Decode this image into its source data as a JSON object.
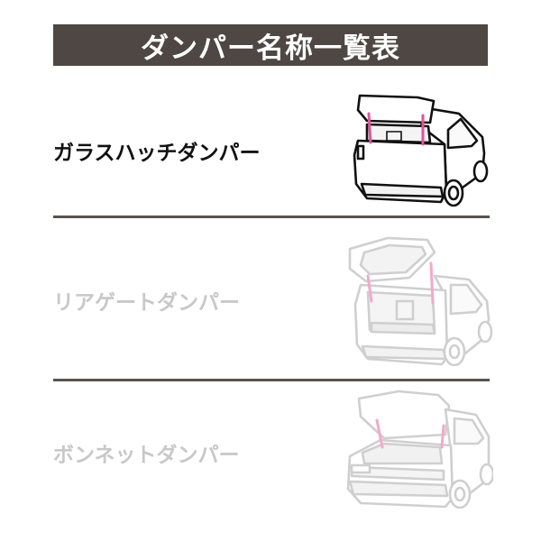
{
  "header": {
    "title": "ダンパー名称一覧表"
  },
  "rows": [
    {
      "label": "ガラスハッチダンパー",
      "icon": "car-glass-hatch-icon",
      "active": true
    },
    {
      "label": "リアゲートダンパー",
      "icon": "car-rear-gate-icon",
      "active": false
    },
    {
      "label": "ボンネットダンパー",
      "icon": "car-bonnet-icon",
      "active": false
    }
  ],
  "colors": {
    "banner_bg": "#4e4743",
    "active_text": "#111111",
    "muted_text": "#c8c8c8",
    "damper_pink": "#e0559a",
    "damper_pink_muted": "#f2a9cb",
    "divider": "#5a524d"
  }
}
